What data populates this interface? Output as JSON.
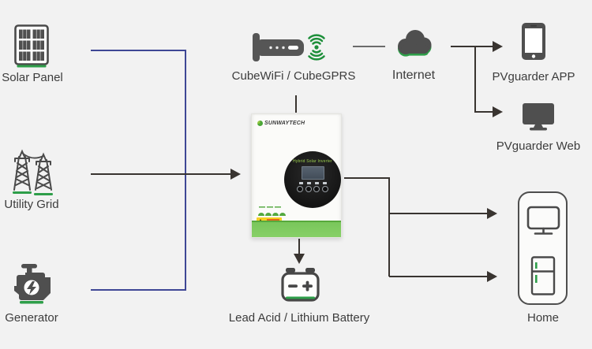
{
  "colors": {
    "background": "#f2f2f2",
    "accent_green": "#2e9e49",
    "connector_blue": "#3e4795",
    "connector_dark": "#393430",
    "icon_gray": "#4f4f4f",
    "text": "#3c3c3c"
  },
  "nodes": {
    "solar_panel": {
      "label": "Solar Panel"
    },
    "utility_grid": {
      "label": "Utility Grid"
    },
    "generator": {
      "label": "Generator"
    },
    "cubewifi": {
      "label": "CubeWiFi / CubeGPRS"
    },
    "internet": {
      "label": "Internet"
    },
    "pvguarder_app": {
      "label": "PVguarder APP"
    },
    "pvguarder_web": {
      "label": "PVguarder Web"
    },
    "battery": {
      "label": "Lead Acid / Lithium Battery"
    },
    "home": {
      "label": "Home"
    }
  },
  "inverter": {
    "brand": "SUNWAYTECH",
    "display_title": "Hybrid Solar Inverter"
  }
}
